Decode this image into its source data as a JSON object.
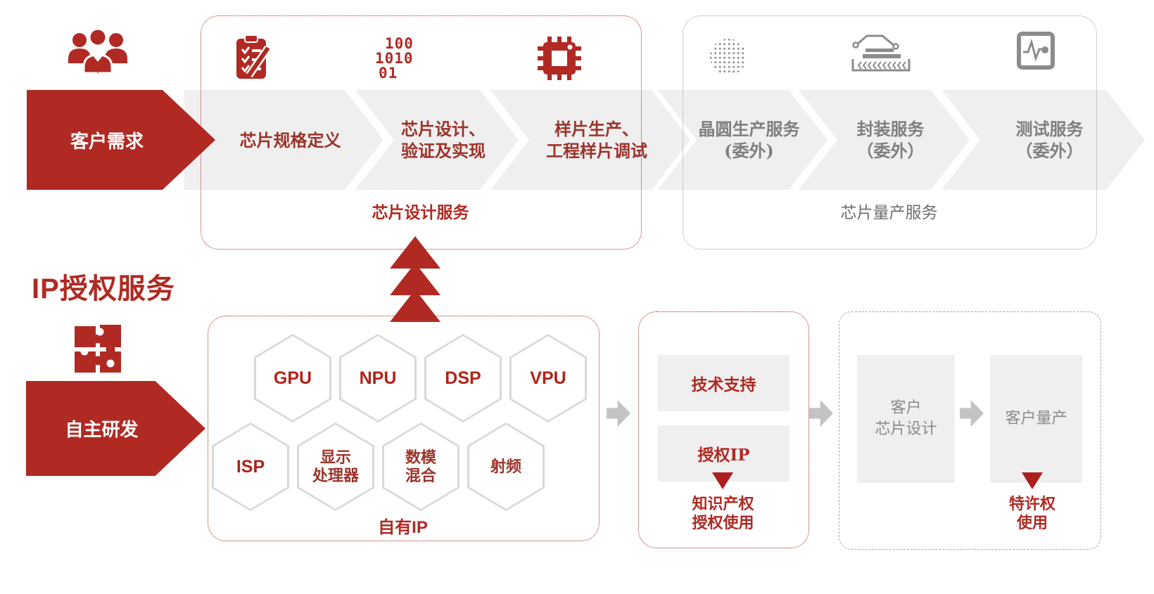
{
  "colors": {
    "brand_red": "#b02a23",
    "chevron_fill": "#efefef",
    "gray_text": "#7f7f7f",
    "gray_icon": "#8c8c8c"
  },
  "icons": {
    "customers": "customers-icon",
    "clipboard": "clipboard-icon",
    "binary_code": "binary-code-icon",
    "chip": "chip-icon",
    "wafer": "wafer-icon",
    "packaging": "packaging-icon",
    "testing": "testing-icon",
    "puzzle": "puzzle-icon"
  },
  "top_flow": {
    "customer_arrow_label": "客户需求",
    "design_service": {
      "caption": "芯片设计服务",
      "binary_icon_lines": [
        "100",
        "1010",
        "01"
      ],
      "steps": [
        {
          "line1": "芯片规格定义",
          "line2": ""
        },
        {
          "line1": "芯片设计、",
          "line2": "验证及实现"
        },
        {
          "line1": "样片生产、",
          "line2": "工程样片调试"
        }
      ]
    },
    "mass_production_service": {
      "caption": "芯片量产服务",
      "steps": [
        {
          "line1": "晶圆生产服务",
          "line2": "(委外)"
        },
        {
          "line1": "封装服务",
          "line2": "（委外）"
        },
        {
          "line1": "测试服务",
          "line2": "（委外）"
        }
      ]
    }
  },
  "ip_license": {
    "title": "IP授权服务",
    "self_rnd_arrow_label": "自主研发",
    "own_ip": {
      "caption": "自有IP",
      "hex_row1": [
        "GPU",
        "NPU",
        "DSP",
        "VPU"
      ],
      "hex_row2": [
        {
          "line1": "ISP",
          "line2": ""
        },
        {
          "line1": "显示",
          "line2": "处理器"
        },
        {
          "line1": "数模",
          "line2": "混合"
        },
        {
          "line1": "射频",
          "line2": ""
        }
      ]
    },
    "licensing": {
      "support_label": "技术支持",
      "licensed_ip_label": "授权IP",
      "note_line1": "知识产权",
      "note_line2": "授权使用"
    },
    "customer": {
      "design_line1": "客户",
      "design_line2": "芯片设计",
      "production_label": "客户量产",
      "note_line1": "特许权",
      "note_line2": "使用"
    }
  }
}
